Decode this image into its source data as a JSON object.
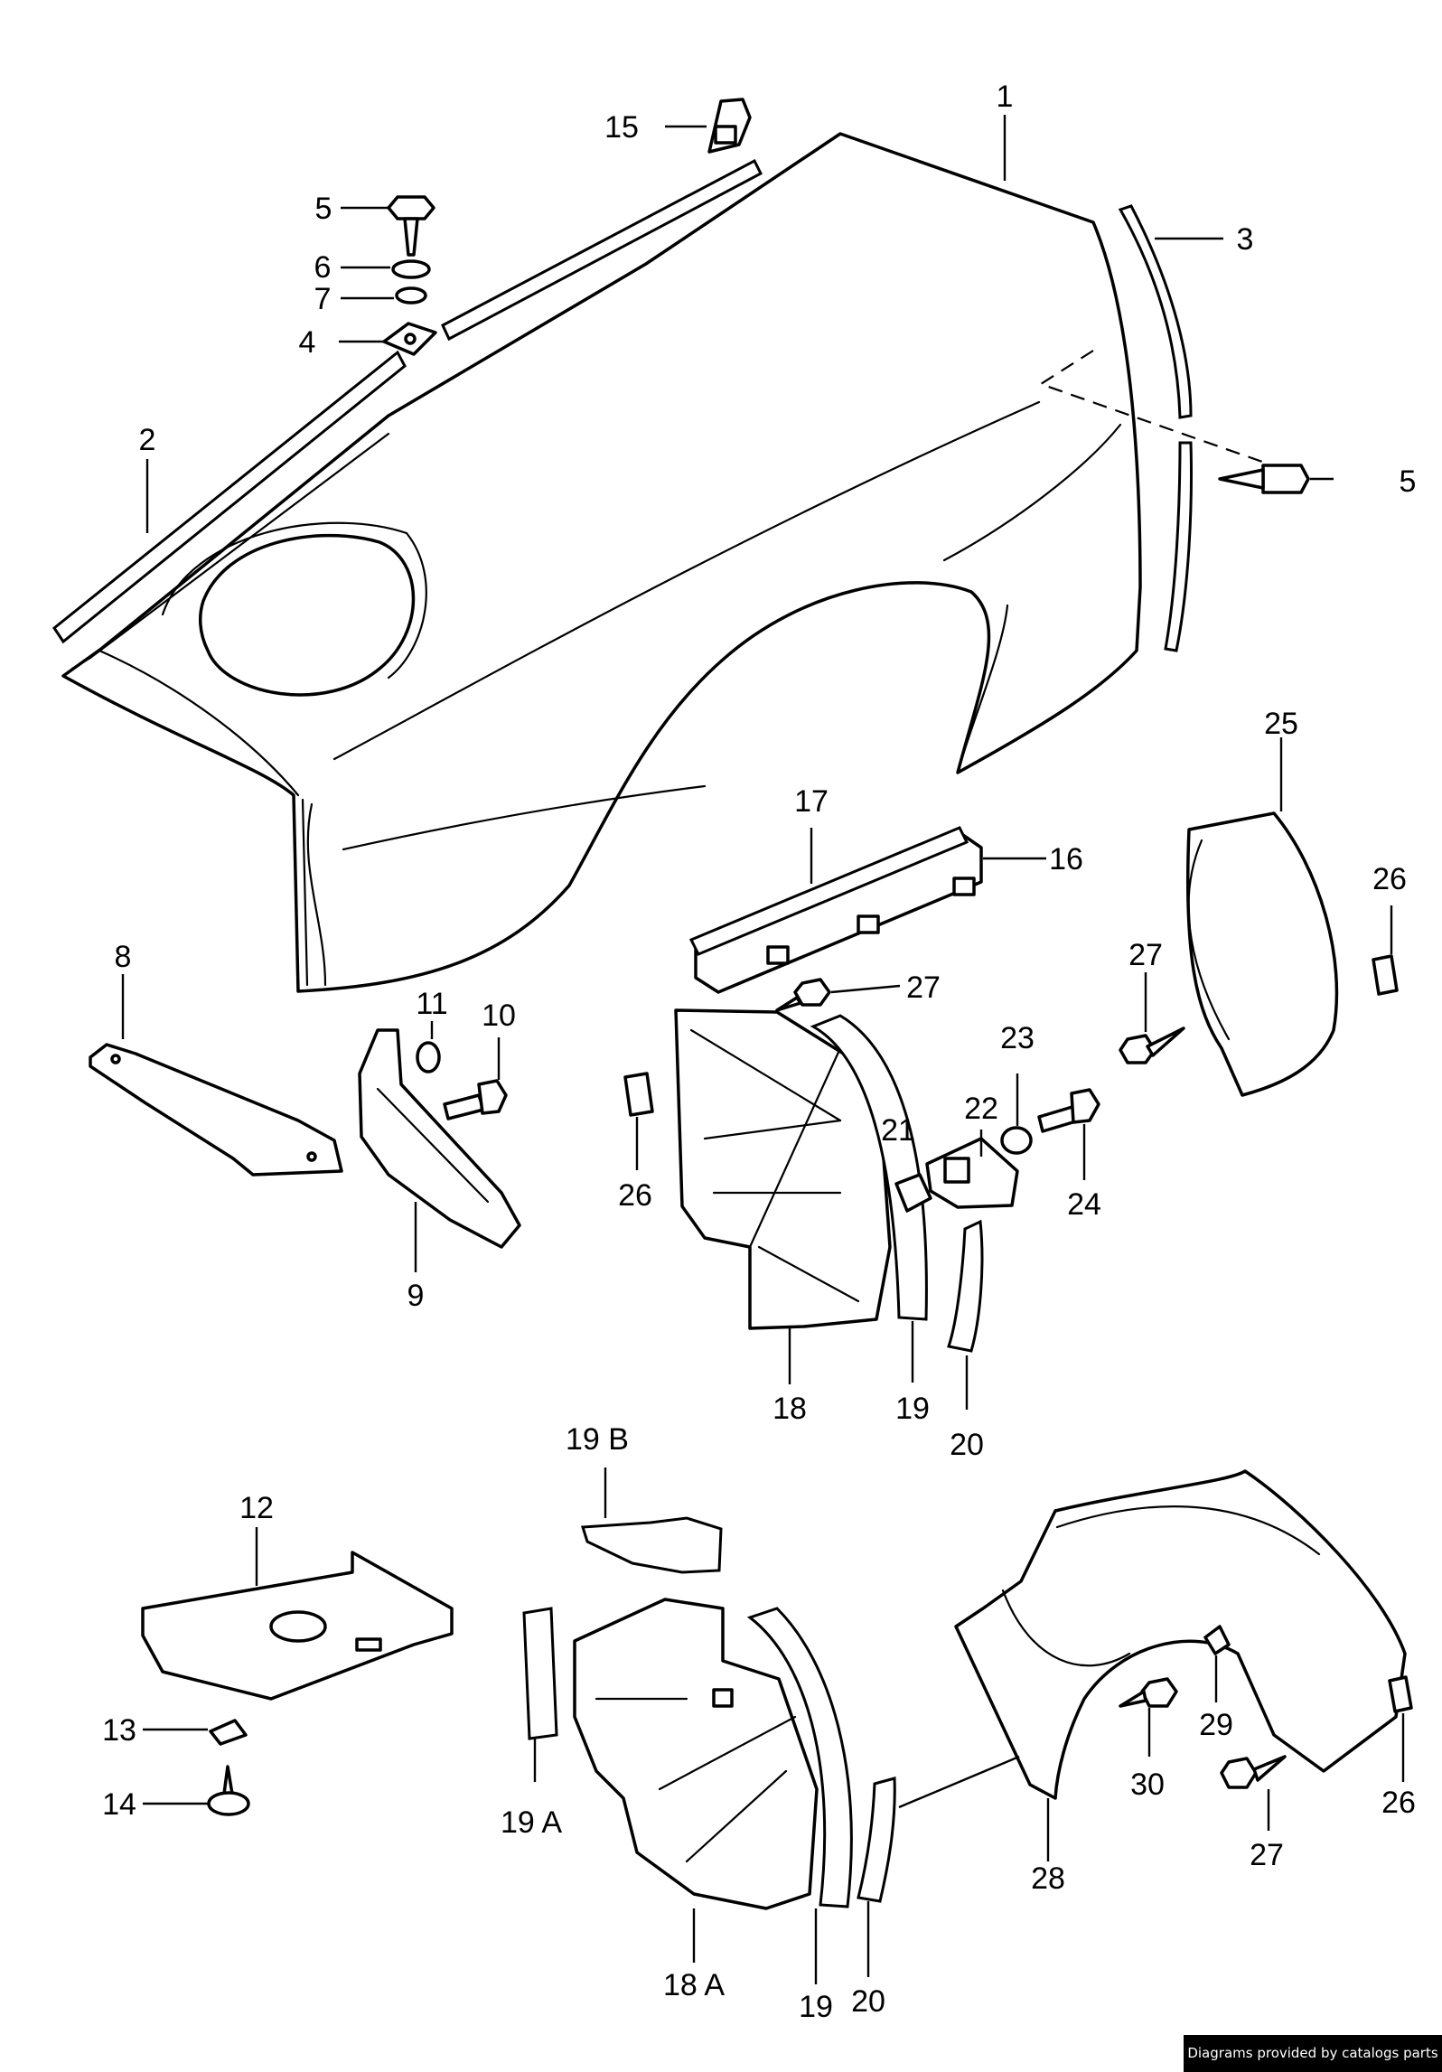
{
  "diagram": {
    "callouts": [
      {
        "id": "c1",
        "label": "1"
      },
      {
        "id": "c2",
        "label": "2"
      },
      {
        "id": "c3",
        "label": "3"
      },
      {
        "id": "c4",
        "label": "4"
      },
      {
        "id": "c5a",
        "label": "5"
      },
      {
        "id": "c5b",
        "label": "5"
      },
      {
        "id": "c6",
        "label": "6"
      },
      {
        "id": "c7",
        "label": "7"
      },
      {
        "id": "c8",
        "label": "8"
      },
      {
        "id": "c9",
        "label": "9"
      },
      {
        "id": "c10",
        "label": "10"
      },
      {
        "id": "c11",
        "label": "11"
      },
      {
        "id": "c12",
        "label": "12"
      },
      {
        "id": "c13",
        "label": "13"
      },
      {
        "id": "c14",
        "label": "14"
      },
      {
        "id": "c15",
        "label": "15"
      },
      {
        "id": "c16",
        "label": "16"
      },
      {
        "id": "c17",
        "label": "17"
      },
      {
        "id": "c18",
        "label": "18"
      },
      {
        "id": "c18a",
        "label": "18 A"
      },
      {
        "id": "c19a",
        "label": "19"
      },
      {
        "id": "c19b",
        "label": "19"
      },
      {
        "id": "c19A",
        "label": "19 A"
      },
      {
        "id": "c19B",
        "label": "19 B"
      },
      {
        "id": "c20a",
        "label": "20"
      },
      {
        "id": "c20b",
        "label": "20"
      },
      {
        "id": "c21",
        "label": "21"
      },
      {
        "id": "c22",
        "label": "22"
      },
      {
        "id": "c23",
        "label": "23"
      },
      {
        "id": "c24",
        "label": "24"
      },
      {
        "id": "c25",
        "label": "25"
      },
      {
        "id": "c26a",
        "label": "26"
      },
      {
        "id": "c26b",
        "label": "26"
      },
      {
        "id": "c26c",
        "label": "26"
      },
      {
        "id": "c27a",
        "label": "27"
      },
      {
        "id": "c27b",
        "label": "27"
      },
      {
        "id": "c27c",
        "label": "27"
      },
      {
        "id": "c28",
        "label": "28"
      },
      {
        "id": "c29",
        "label": "29"
      },
      {
        "id": "c30",
        "label": "30"
      }
    ]
  },
  "footer": {
    "credit": "Diagrams provided by catalogs parts"
  }
}
